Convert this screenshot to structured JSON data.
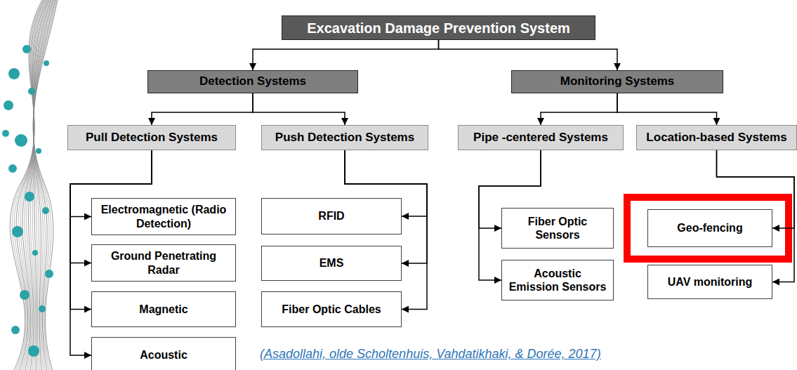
{
  "diagram": {
    "nodes": [
      {
        "text": [
          "Excavation Damage Prevention System"
        ]
      },
      {
        "text": [
          "Detection Systems"
        ]
      },
      {
        "text": [
          "Monitoring Systems"
        ]
      },
      {
        "text": [
          "Pull Detection Systems"
        ]
      },
      {
        "text": [
          "Push Detection Systems"
        ]
      },
      {
        "text": [
          "Pipe -centered Systems"
        ]
      },
      {
        "text": [
          "Location-based Systems"
        ]
      },
      {
        "text": [
          "Electromagnetic (Radio Detection)"
        ]
      },
      {
        "text": [
          "Ground Penetrating Radar"
        ]
      },
      {
        "text": [
          "Magnetic"
        ]
      },
      {
        "text": [
          "Acoustic"
        ]
      },
      {
        "text": [
          "RFID"
        ]
      },
      {
        "text": [
          "EMS"
        ]
      },
      {
        "text": [
          "Fiber Optic Cables"
        ]
      },
      {
        "text": [
          "Fiber Optic Sensors"
        ]
      },
      {
        "text": [
          "Acoustic Emission Sensors"
        ]
      },
      {
        "text": [
          "Geo-fencing"
        ]
      },
      {
        "text": [
          "UAV monitoring"
        ]
      }
    ],
    "edges": [
      {
        "from": 0,
        "to": 1,
        "arrow": "to"
      },
      {
        "from": 0,
        "to": 2,
        "arrow": "to"
      },
      {
        "from": 1,
        "to": 3,
        "arrow": "to"
      },
      {
        "from": 1,
        "to": 4,
        "arrow": "to"
      },
      {
        "from": 2,
        "to": 5,
        "arrow": "to"
      },
      {
        "from": 2,
        "to": 6,
        "arrow": "to"
      },
      {
        "from": 3,
        "to": 7,
        "arrow": "to"
      },
      {
        "from": 3,
        "to": 8,
        "arrow": "to"
      },
      {
        "from": 3,
        "to": 9,
        "arrow": "to"
      },
      {
        "from": 3,
        "to": 10,
        "arrow": "to"
      },
      {
        "from": 4,
        "to": 11,
        "arrow": "to"
      },
      {
        "from": 4,
        "to": 12,
        "arrow": "to"
      },
      {
        "from": 4,
        "to": 13,
        "arrow": "to"
      },
      {
        "from": 5,
        "to": 14,
        "arrow": "to"
      },
      {
        "from": 5,
        "to": 15,
        "arrow": "to"
      },
      {
        "from": 6,
        "to": 16,
        "arrow": "to"
      },
      {
        "from": 6,
        "to": 17,
        "arrow": "to"
      }
    ],
    "labels": [
      "(Asadollahi, olde Scholtenhuis, Vahdatikhaki, & Dorée, 2017)"
    ]
  }
}
